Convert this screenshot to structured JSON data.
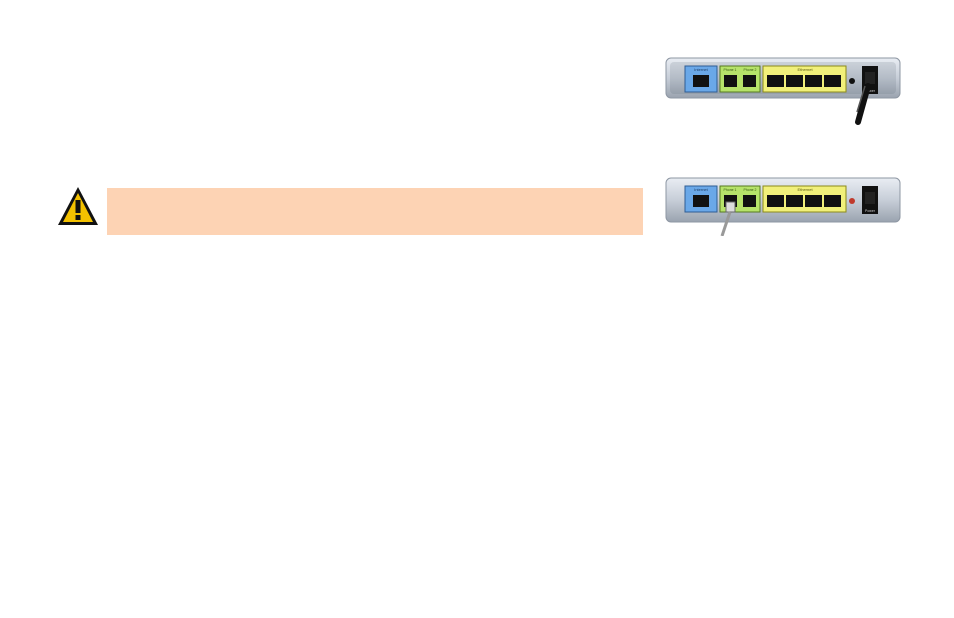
{
  "warning": {
    "icon": "warning-triangle-icon",
    "text": ""
  },
  "figures": {
    "top": {
      "internet_label": "Internet",
      "phone_labels": [
        "Phone 1",
        "Phone 2"
      ],
      "ethernet_label": "Ethernet",
      "power_label": "Power",
      "connected": "power-cord"
    },
    "bottom": {
      "internet_label": "Internet",
      "phone_labels": [
        "Phone 1",
        "Phone 2"
      ],
      "ethernet_label": "Ethernet",
      "power_label": "Power",
      "connected": "phone-cable-port-1"
    }
  },
  "colors": {
    "warning_bg": "#fdd3b4",
    "internet_panel": "#6aa8e8",
    "phone_panel": "#b6e36a",
    "ethernet_panel": "#f1f07a",
    "icon_fill": "#f3c100"
  }
}
